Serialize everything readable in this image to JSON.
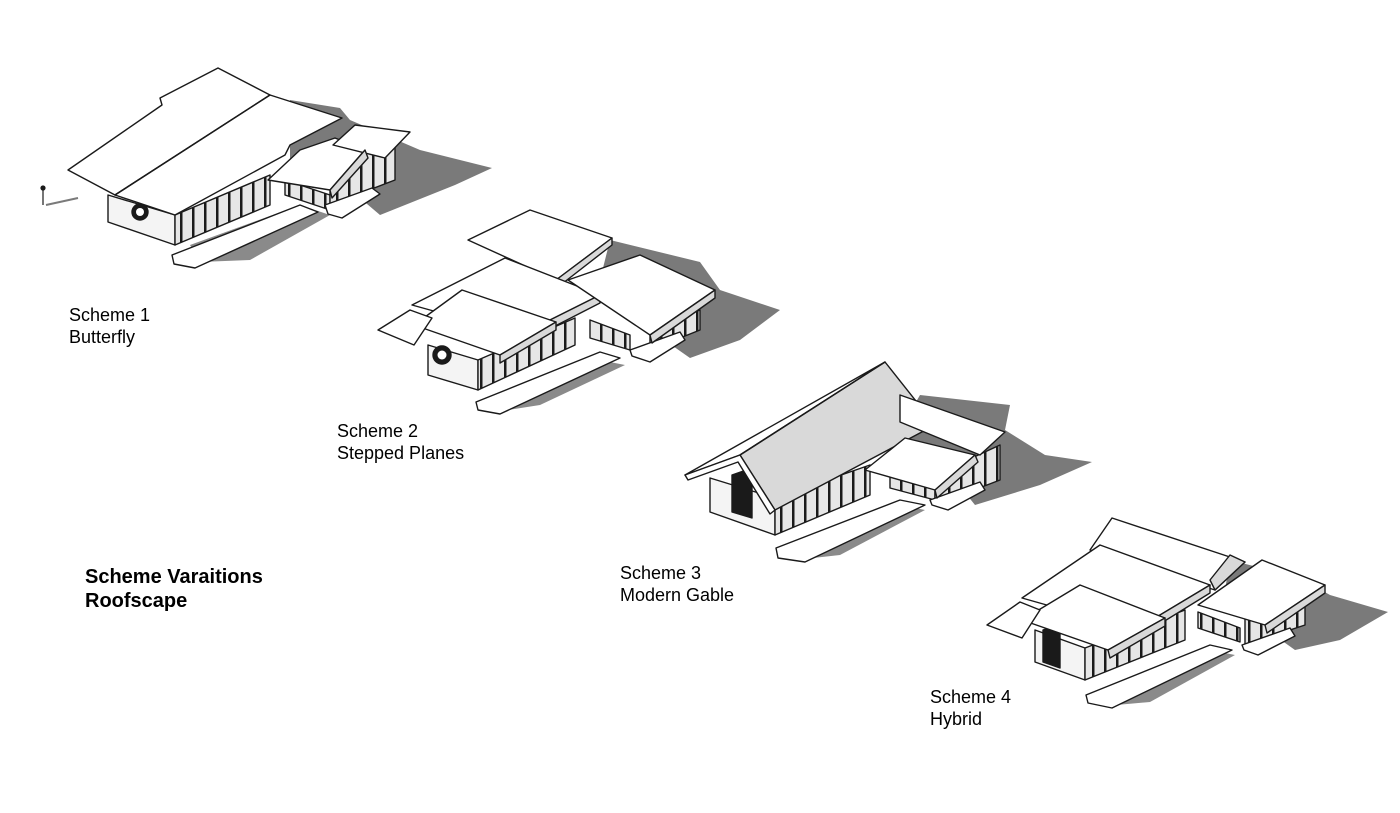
{
  "title": {
    "line1": "Scheme Varaitions",
    "line2": "Roofscape"
  },
  "schemes": [
    {
      "number": "Scheme 1",
      "name": "Butterfly"
    },
    {
      "number": "Scheme 2",
      "name": "Stepped Planes"
    },
    {
      "number": "Scheme 3",
      "name": "Modern Gable"
    },
    {
      "number": "Scheme 4",
      "name": "Hybrid"
    }
  ],
  "colors": {
    "line": "#1a1a1a",
    "roof": "#ffffff",
    "roof_shade": "#d9d9d9",
    "shadow": "#7a7a7a",
    "glass": "#e6e6e6"
  }
}
